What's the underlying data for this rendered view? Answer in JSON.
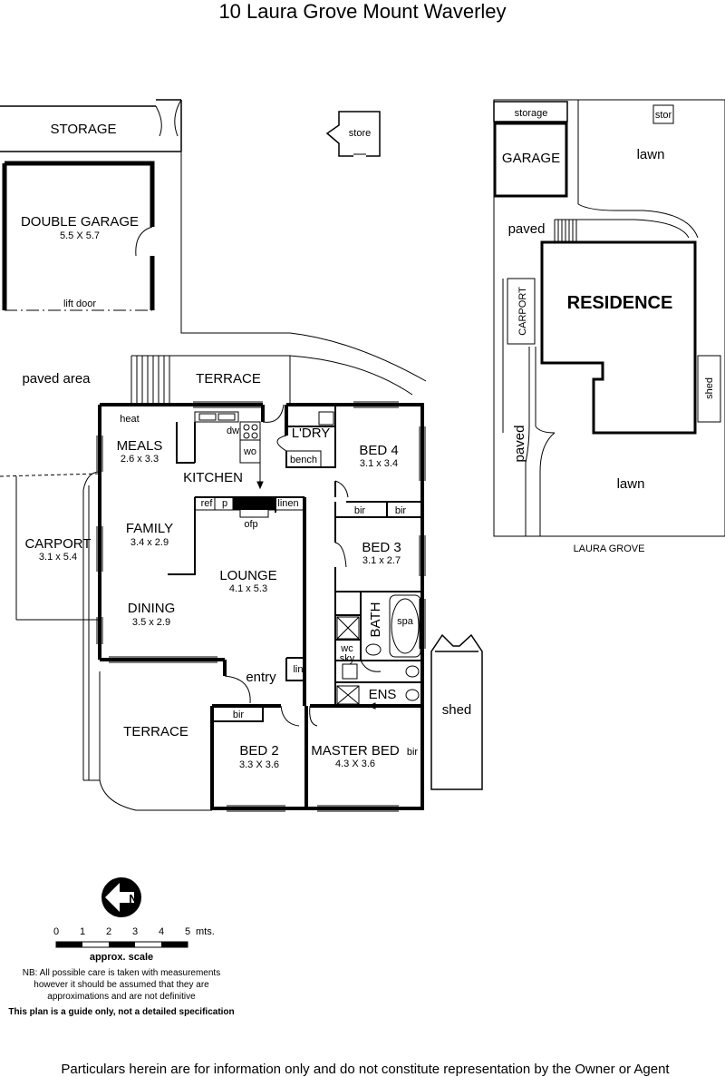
{
  "title": "10 Laura Grove Mount Waverley",
  "rooms": {
    "storage": "STORAGE",
    "store": "store",
    "double_garage": "DOUBLE GARAGE",
    "double_garage_dim": "5.5 X 5.7",
    "lift_door": "lift door",
    "paved_area": "paved area",
    "terrace_top": "TERRACE",
    "heat": "heat",
    "meals": "MEALS",
    "meals_dim": "2.6 x 3.3",
    "dw": "dw",
    "wo": "wo",
    "kitchen": "KITCHEN",
    "ldry": "L'DRY",
    "bench": "bench",
    "bed4": "BED 4",
    "bed4_dim": "3.1 x 3.4",
    "ref": "ref",
    "p": "p",
    "ofp": "ofp",
    "linen": "linen",
    "bir_a": "bir",
    "bir_b": "bir",
    "carport": "CARPORT",
    "carport_dim": "3.1 x 5.4",
    "family": "FAMILY",
    "family_dim": "3.4 x 2.9",
    "lounge": "LOUNGE",
    "lounge_dim": "4.1 x 5.3",
    "bed3": "BED 3",
    "bed3_dim": "3.1 x 2.7",
    "dining": "DINING",
    "dining_dim": "3.5 x 2.9",
    "bath": "BATH",
    "spa": "spa",
    "wc": "wc",
    "sky": "sky",
    "lin": "lin",
    "entry": "entry",
    "ens": "ENS",
    "shed": "shed",
    "terrace_bottom": "TERRACE",
    "bir_bed2": "bir",
    "bed2": "BED 2",
    "bed2_dim": "3.3 X 3.6",
    "master_bed": "MASTER BED",
    "master_dim": "4.3 X 3.6",
    "bir_master": "bir"
  },
  "site": {
    "storage": "storage",
    "stor": "stor",
    "garage": "GARAGE",
    "lawn_top": "lawn",
    "paved_top": "paved",
    "residence": "RESIDENCE",
    "carport": "CARPORT",
    "shed": "shed",
    "paved_side": "paved",
    "lawn_bottom": "lawn",
    "street": "LAURA GROVE"
  },
  "compass": {
    "label": "N"
  },
  "scale": {
    "ticks": [
      "0",
      "1",
      "2",
      "3",
      "4",
      "5"
    ],
    "unit": "mts.",
    "label": "approx. scale"
  },
  "notes": {
    "nb1": "NB:  All possible care is taken with measurements",
    "nb2": "however it should be assumed that they are",
    "nb3": "approximations and are not definitive",
    "guide": "This plan is a guide only, not a detailed specification"
  },
  "footer": "Particulars herein are for information only and do not constitute representation by the Owner or Agent"
}
